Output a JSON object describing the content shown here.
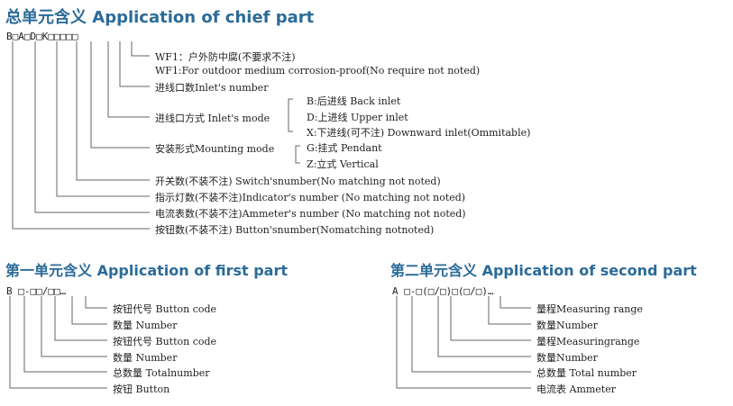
{
  "chief": {
    "title": "总单元含义 Application of chief part",
    "code": "B□A□D□K□□□□□",
    "wf1_cn": "WF1：户外防中腐(不要求不注)",
    "wf1_en": "WF1:For outdoor medium corrosion-proof(No require not noted)",
    "inlet_number": "进线口数Inlet's number",
    "inlet_mode": "进线口方式 Inlet's mode",
    "inlet_b": "B:后进线 Back inlet",
    "inlet_d": "D:上进线 Upper inlet",
    "inlet_x": "X:下进线(可不注) Downward inlet(Ommitable)",
    "mounting_mode": "安装形式Mounting mode",
    "mount_g": "G:挂式 Pendant",
    "mount_z": "Z:立式 Vertical",
    "switch_number": "开关数(不装不注) Switch'snumber(No matching not noted)",
    "indicator_number": "指示灯数(不装不注)Indicator's number (No matching not noted)",
    "ammeter_number": "电流表数(不装不注)Ammeter's number (No matching not noted)",
    "button_number": "按钮数(不装不注) Button'snumber(Nomatching notnoted)"
  },
  "first": {
    "title": "第一单元含义 Application of first part",
    "code": "B □-□□/□□…",
    "labels": [
      "按钮代号 Button code",
      "数量 Number",
      "按钮代号 Button code",
      "数量 Number",
      "总数量 Totalnumber",
      "按钮 Button"
    ]
  },
  "second": {
    "title": "第二单元含义 Application of second part",
    "code": "A □-□(□/□)□(□/□)…",
    "labels": [
      "量程Measuring range",
      "数量Number",
      "量程Measuringrange",
      "数量Number",
      "总数量 Total number",
      "电流表 Ammeter"
    ]
  }
}
